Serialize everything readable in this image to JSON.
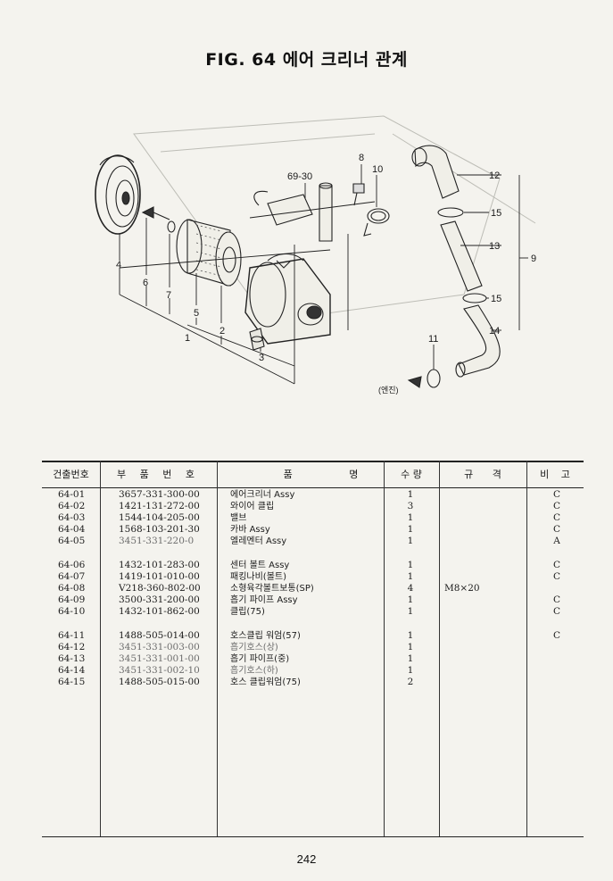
{
  "title": "FIG. 64 에어 크리너 관계",
  "diagram": {
    "callouts": [
      "1",
      "2",
      "3",
      "4",
      "5",
      "6",
      "7",
      "8",
      "9",
      "10",
      "11",
      "12",
      "13",
      "14",
      "15",
      "15",
      "69-30"
    ],
    "engine_label": "(엔진)"
  },
  "table": {
    "headers": [
      "건출번호",
      "부 품 번 호",
      "품 명",
      "수 량",
      "규 격",
      "비 고"
    ],
    "rows": [
      {
        "no": "64-01",
        "part": "3657-331-300-00",
        "name": "에어크리너 Assy",
        "qty": "1",
        "spec": "",
        "note": "C"
      },
      {
        "no": "64-02",
        "part": "1421-131-272-00",
        "name": "와이어 클립",
        "qty": "3",
        "spec": "",
        "note": "C"
      },
      {
        "no": "64-03",
        "part": "1544-104-205-00",
        "name": "밸브",
        "qty": "1",
        "spec": "",
        "note": "C"
      },
      {
        "no": "64-04",
        "part": "1568-103-201-30",
        "name": "카바 Assy",
        "qty": "1",
        "spec": "",
        "note": "C"
      },
      {
        "no": "64-05",
        "part": "3451-331-220-0",
        "name": "엘레멘터 Assy",
        "qty": "1",
        "spec": "",
        "note": "A"
      },
      {
        "no": "64-06",
        "part": "1432-101-283-00",
        "name": "센터 볼트 Assy",
        "qty": "1",
        "spec": "",
        "note": "C"
      },
      {
        "no": "64-07",
        "part": "1419-101-010-00",
        "name": "패킹나비(볼트)",
        "qty": "1",
        "spec": "",
        "note": "C"
      },
      {
        "no": "64-08",
        "part": "V218-360-802-00",
        "name": "소형육각볼트보통(SP)",
        "qty": "4",
        "spec": "M8×20",
        "note": ""
      },
      {
        "no": "64-09",
        "part": "3500-331-200-00",
        "name": "흡기 파이프 Assy",
        "qty": "1",
        "spec": "",
        "note": "C"
      },
      {
        "no": "64-10",
        "part": "1432-101-862-00",
        "name": "클립(75)",
        "qty": "1",
        "spec": "",
        "note": "C"
      },
      {
        "no": "64-11",
        "part": "1488-505-014-00",
        "name": "호스클립 워엄(57)",
        "qty": "1",
        "spec": "",
        "note": "C"
      },
      {
        "no": "64-12",
        "part": "3451-331-003-00",
        "name": "흡기호스(상)",
        "qty": "1",
        "spec": "",
        "note": ""
      },
      {
        "no": "64-13",
        "part": "3451-331-001-00",
        "name": "흡기 파이프(중)",
        "qty": "1",
        "spec": "",
        "note": ""
      },
      {
        "no": "64-14",
        "part": "3451-331-002-10",
        "name": "흡기호스(하)",
        "qty": "1",
        "spec": "",
        "note": ""
      },
      {
        "no": "64-15",
        "part": "1488-505-015-00",
        "name": "호스 클립워엄(75)",
        "qty": "2",
        "spec": "",
        "note": ""
      }
    ]
  },
  "page_number": "242"
}
